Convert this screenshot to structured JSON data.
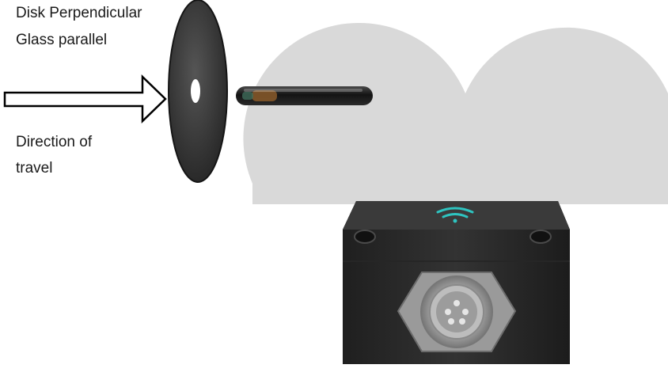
{
  "labels": {
    "disk_orientation": "Disk Perpendicular",
    "glass_orientation": "Glass parallel",
    "direction_line1": "Direction of",
    "direction_line2": "travel"
  },
  "icons": {
    "arrow": "direction-arrow-icon",
    "disk": "disk-tag-icon",
    "glass": "glass-tag-icon",
    "read_field": "read-field-icon",
    "reader": "rfid-reader-icon",
    "wireless": "wireless-icon",
    "connector": "m12-connector-icon"
  },
  "colors": {
    "background": "#ffffff",
    "read_field": "#d9d9d9",
    "reader_body": "#2b2b2b",
    "wireless_led": "#2ec4c0",
    "disk": "#3a3a3a",
    "glass_tag": "#2a2a2a",
    "connector": "#a8a8a8"
  }
}
